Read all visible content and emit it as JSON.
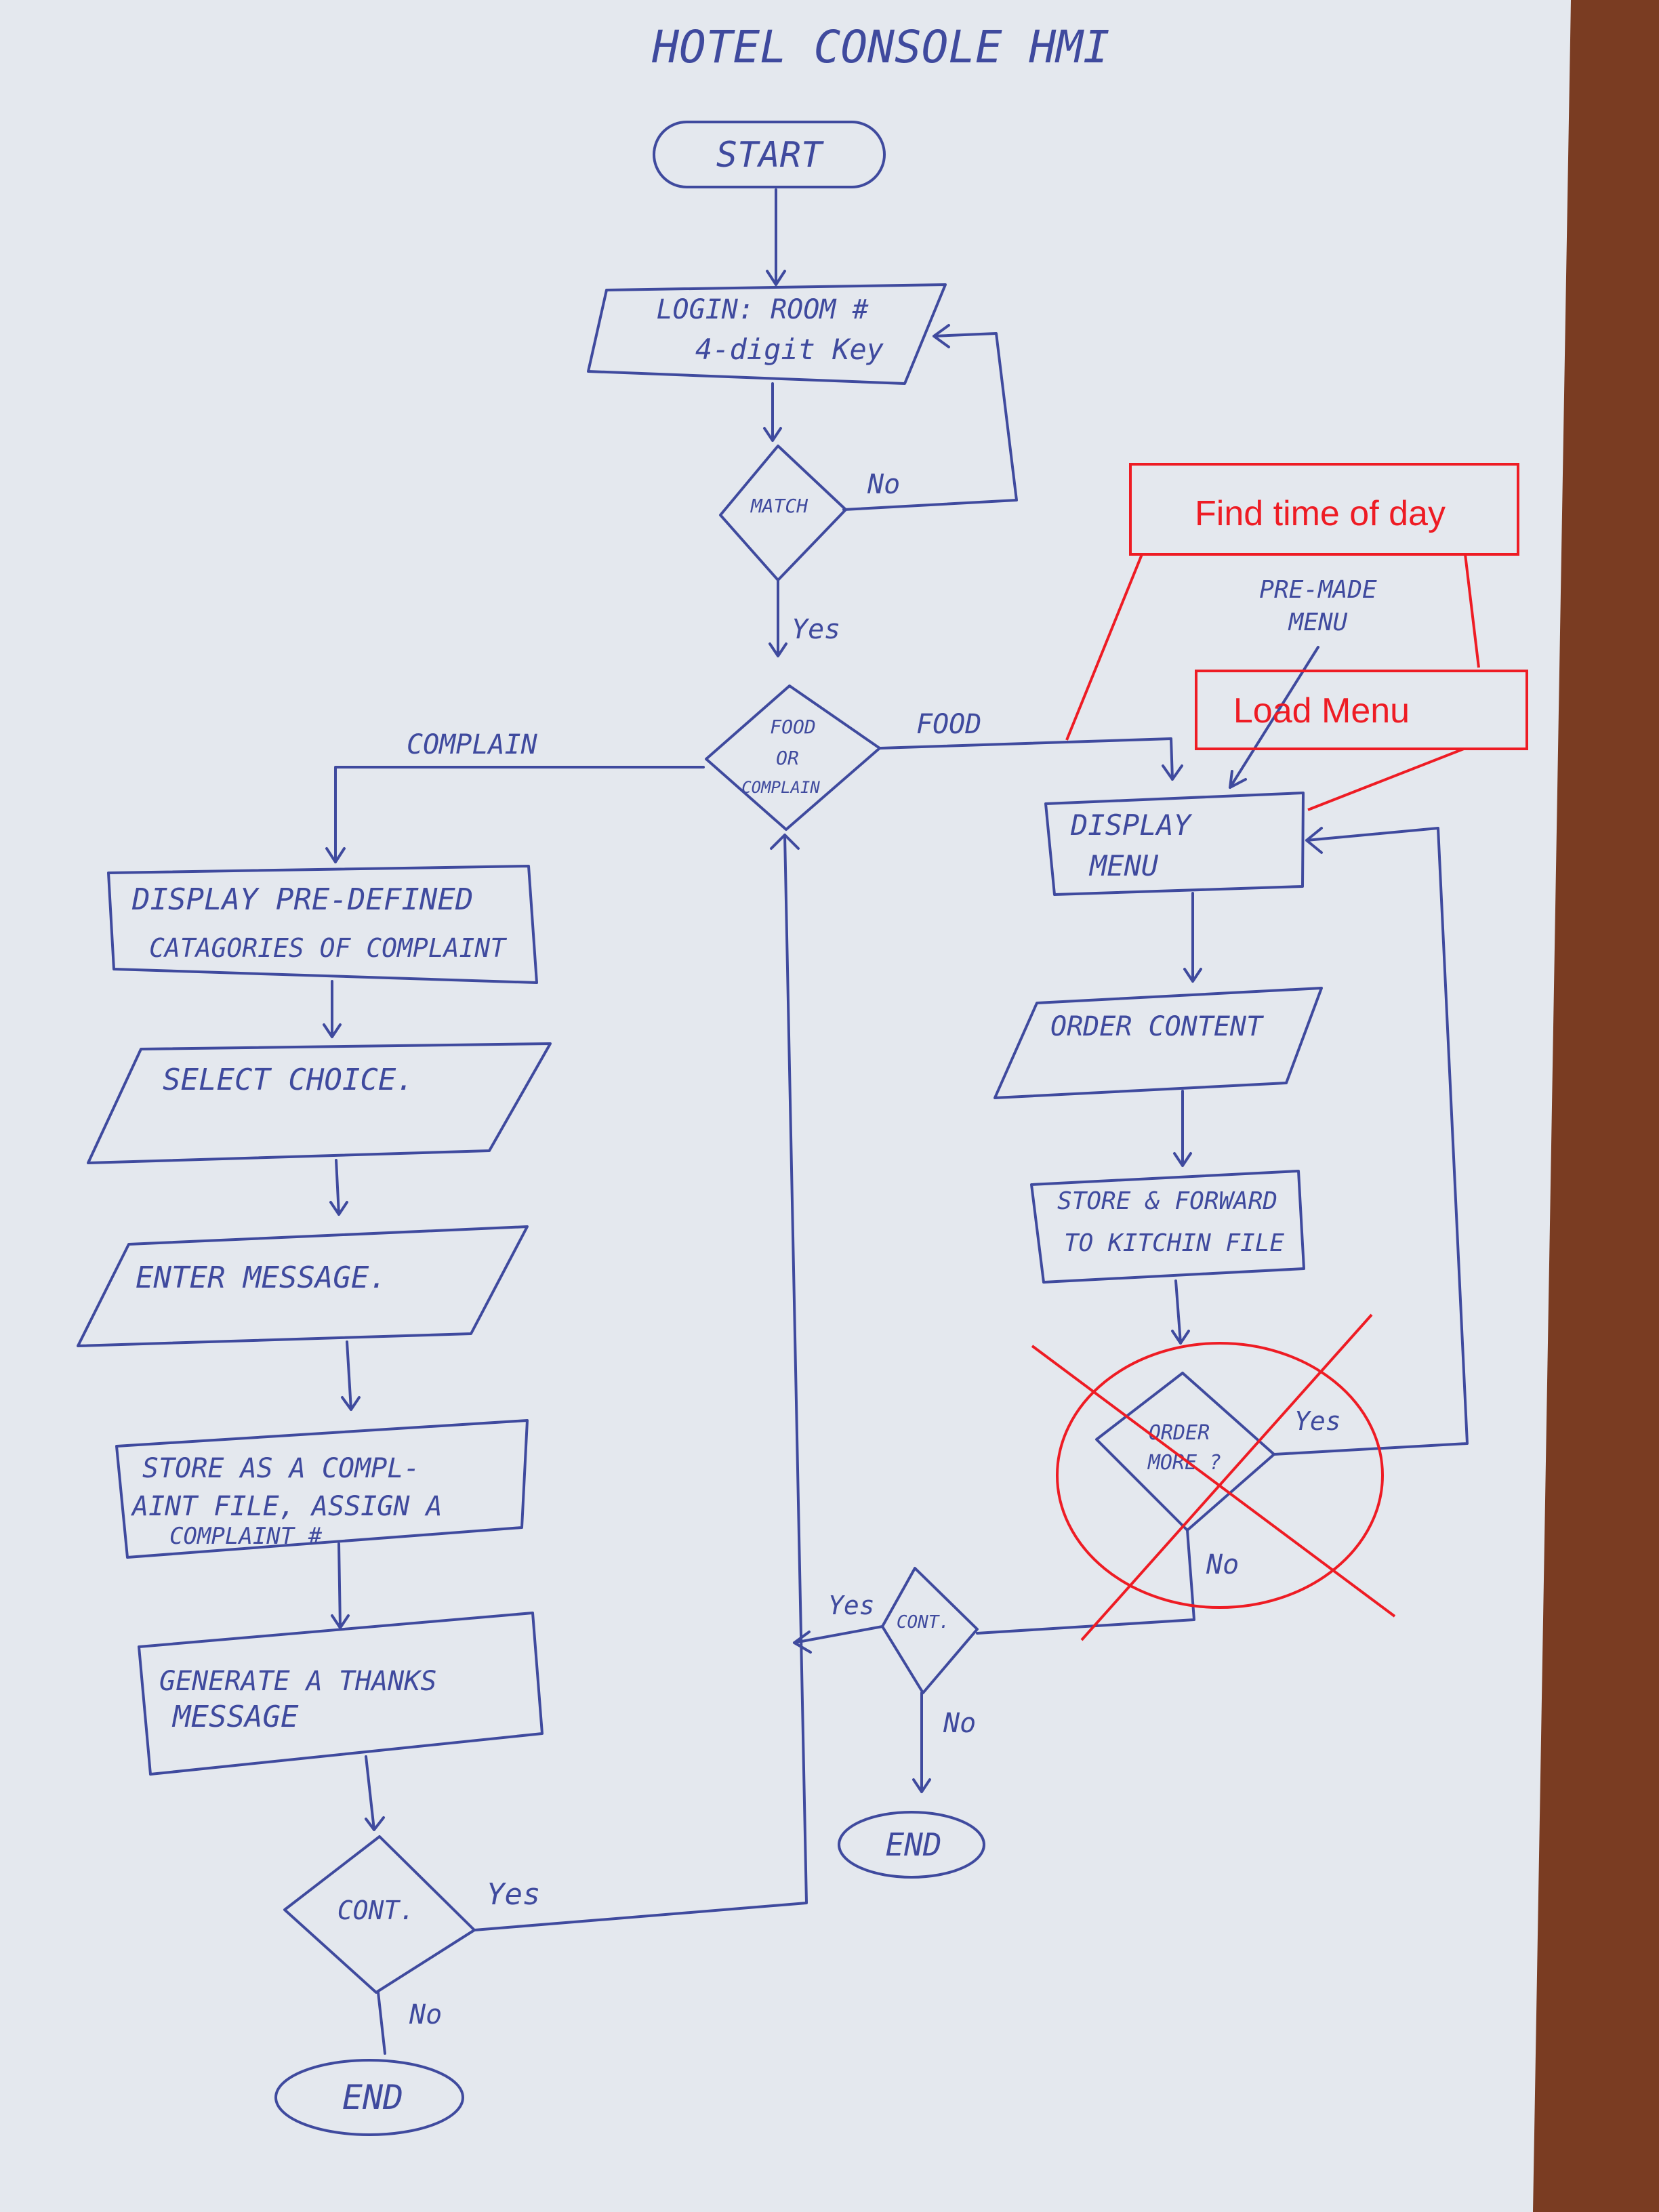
{
  "title": "HOTEL CONSOLE HMI",
  "colors": {
    "ink": "#3f4a9e",
    "annotation": "#ee1c24",
    "paper": "#e4e8ee",
    "desk": "#7a3c22"
  },
  "nodes": {
    "start": "START",
    "login_line1": "LOGIN: ROOM #",
    "login_line2": "4-digit Key",
    "match": "MATCH",
    "food_or_complain_1": "FOOD",
    "food_or_complain_2": "OR",
    "food_or_complain_3": "COMPLAIN",
    "display_categories_1": "DISPLAY PRE-DEFINED",
    "display_categories_2": "CATAGORIES OF COMPLAINT",
    "select_choice": "SELECT CHOICE.",
    "enter_message": "ENTER MESSAGE.",
    "store_complaint_1": "STORE AS A COMPL-",
    "store_complaint_2": "AINT FILE, ASSIGN A",
    "store_complaint_3": "COMPLAINT #",
    "generate_thanks_1": "GENERATE A THANKS",
    "generate_thanks_2": "MESSAGE",
    "cont_left": "CONT.",
    "end_left": "END",
    "premade_menu_1": "PRE-MADE",
    "premade_menu_2": "MENU",
    "display_menu_1": "DISPLAY",
    "display_menu_2": "MENU",
    "order_content": "ORDER CONTENT",
    "store_forward_1": "STORE & FORWARD",
    "store_forward_2": "TO KITCHIN FILE",
    "order_more_1": "ORDER",
    "order_more_2": "MORE ?",
    "cont_right": "CONT.",
    "end_right": "END"
  },
  "edge_labels": {
    "no_match": "No",
    "yes_match": "Yes",
    "complain": "COMPLAIN",
    "food": "FOOD",
    "yes_order_more": "Yes",
    "no_order_more": "No",
    "yes_cont_right": "Yes",
    "no_cont_right": "No",
    "yes_cont_left": "Yes",
    "no_cont_left": "No"
  },
  "annotations": {
    "find_time": "Find time of day",
    "load_menu": "Load Menu"
  }
}
